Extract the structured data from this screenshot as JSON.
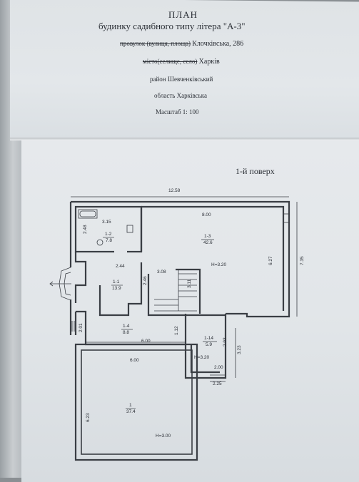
{
  "header": {
    "title": "ПЛАН",
    "subtitle": "будинку садибного типу літера \"А-3\"",
    "street_prefix": "провулок (вулиця, площа)",
    "street_value": "Клочківська, 286",
    "city_prefix": "місто(селище, село)",
    "city_value": "Харків",
    "district": "район Шевченківський",
    "region": "область Харківська",
    "scale": "Масштаб 1: 100"
  },
  "floor_label": "1-й поверх",
  "dimensions": {
    "overall_width": "12.58",
    "overall_height": "7.35",
    "room_main_width": "8.00",
    "room_main_height": "6.27",
    "bath_width": "3.15",
    "bath_height": "2.48",
    "hall_width": "2.44",
    "hall_height": "2.46",
    "stair_width": "3.08",
    "stair_dim": "3.11",
    "corridor_height": "2.01",
    "corridor_width": "6.00",
    "small_dim": "1.12",
    "storage_h1": "2.93",
    "storage_h2": "3.23",
    "storage_w": "2.00",
    "storage_w2": "2.25",
    "garage_width": "6.00",
    "garage_height": "6.23",
    "height_main": "H=3.20",
    "height_storage": "H=3.20",
    "height_garage": "H=3.00"
  },
  "rooms": [
    {
      "id": "1-2",
      "area": "7.8"
    },
    {
      "id": "1-3",
      "area": "42.6"
    },
    {
      "id": "1-1",
      "area": "13.9"
    },
    {
      "id": "1-4",
      "area": "8.8"
    },
    {
      "id": "1-14",
      "area": "5.9"
    },
    {
      "id": "1",
      "area": "37.4"
    }
  ]
}
